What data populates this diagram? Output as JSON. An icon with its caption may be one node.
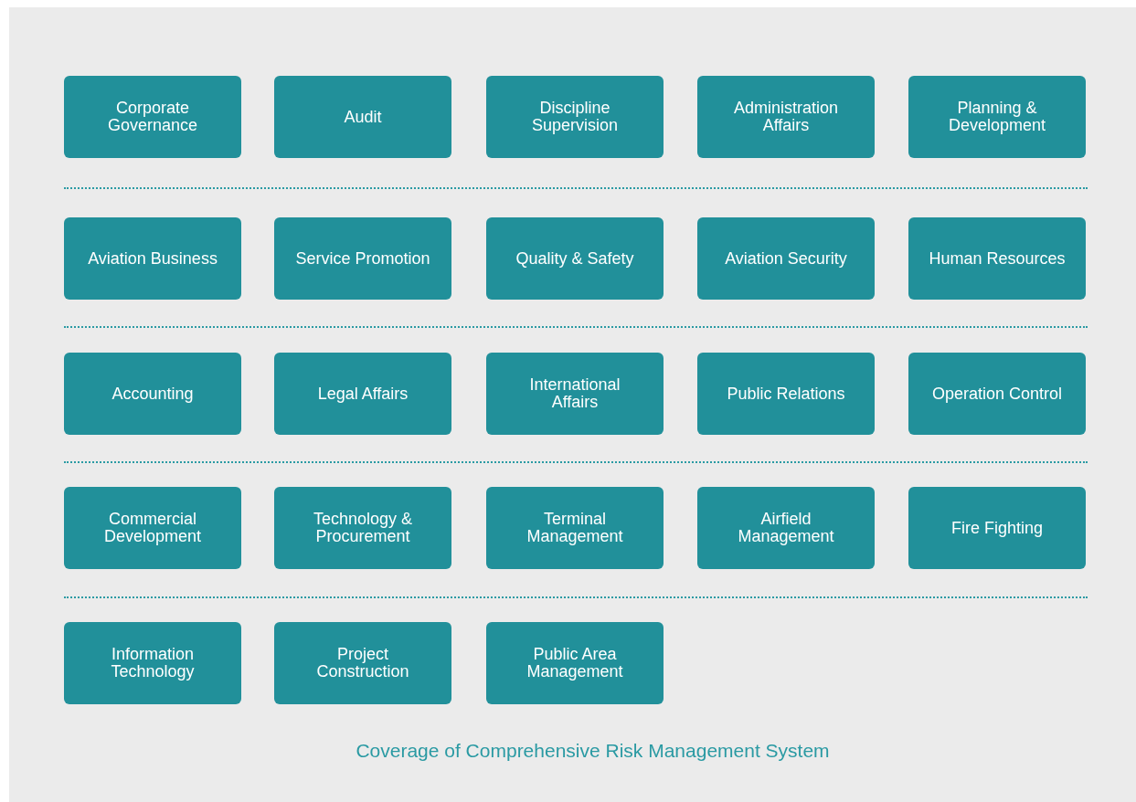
{
  "diagram": {
    "caption": "Coverage of Comprehensive Risk Management System",
    "nodes": [
      {
        "text": [
          "Corporate Governance"
        ]
      },
      {
        "text": [
          "Audit"
        ]
      },
      {
        "text": [
          "Discipline Supervision"
        ]
      },
      {
        "text": [
          "Administration Affairs"
        ]
      },
      {
        "text": [
          "Planning & Development"
        ]
      },
      {
        "text": [
          "Aviation Business"
        ]
      },
      {
        "text": [
          "Service Promotion"
        ]
      },
      {
        "text": [
          "Quality & Safety"
        ]
      },
      {
        "text": [
          "Aviation Security"
        ]
      },
      {
        "text": [
          "Human Resources"
        ]
      },
      {
        "text": [
          "Accounting"
        ]
      },
      {
        "text": [
          "Legal Affairs"
        ]
      },
      {
        "text": [
          "International Affairs"
        ]
      },
      {
        "text": [
          "Public Relations"
        ]
      },
      {
        "text": [
          "Operation Control"
        ]
      },
      {
        "text": [
          "Commercial Development"
        ]
      },
      {
        "text": [
          "Technology & Procurement"
        ]
      },
      {
        "text": [
          "Terminal Management"
        ]
      },
      {
        "text": [
          "Airfield Management"
        ]
      },
      {
        "text": [
          "Fire Fighting"
        ]
      },
      {
        "text": [
          "Information Technology"
        ]
      },
      {
        "text": [
          "Project Construction"
        ]
      },
      {
        "text": [
          "Public Area Management"
        ]
      }
    ],
    "edges": []
  }
}
